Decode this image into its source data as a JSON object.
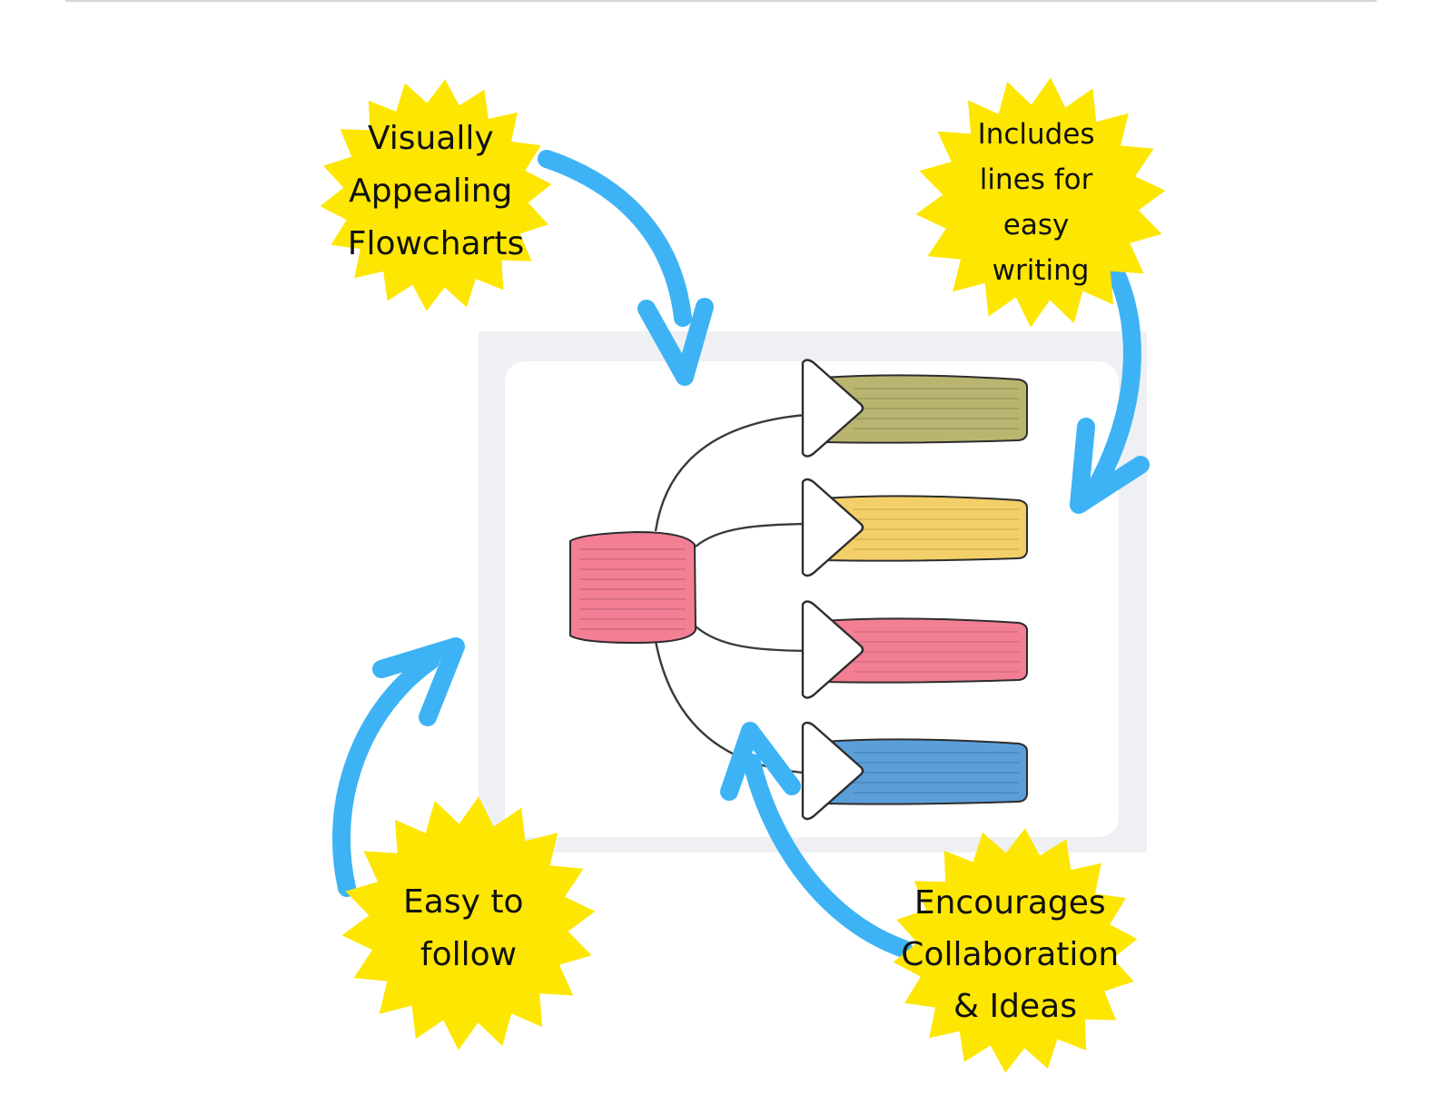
{
  "colors": {
    "burst_fill": "#fde602",
    "arrow": "#3db3f5",
    "frame_outer": "#eef0f3",
    "frame_inner": "#ffffff",
    "connector": "#3a3a3a",
    "hub_fill": "#f27f94",
    "branch_olive": "#b9b570",
    "branch_yellow": "#f2cf68",
    "branch_pink": "#f27f94",
    "branch_blue": "#5b9fda",
    "line_stroke": "#2d2d2d"
  },
  "callouts": {
    "top_left": {
      "lines": [
        "Visually",
        "Appealing",
        "Flowcharts"
      ]
    },
    "top_right": {
      "lines": [
        "Includes",
        "lines for",
        "easy",
        "writing"
      ]
    },
    "bottom_left": {
      "lines": [
        "Easy to",
        "follow"
      ]
    },
    "bottom_right": {
      "lines": [
        "Encourages",
        "Collaboration",
        "& Ideas"
      ]
    }
  },
  "diagram": {
    "hub": {
      "color_key": "hub_fill"
    },
    "branches": [
      {
        "color_key": "branch_olive"
      },
      {
        "color_key": "branch_yellow"
      },
      {
        "color_key": "branch_pink"
      },
      {
        "color_key": "branch_blue"
      }
    ]
  },
  "icons": {
    "arrows": [
      "curved-arrow-icon",
      "curved-arrow-icon",
      "curved-arrow-icon",
      "curved-arrow-icon"
    ],
    "burst": "starburst-icon"
  }
}
